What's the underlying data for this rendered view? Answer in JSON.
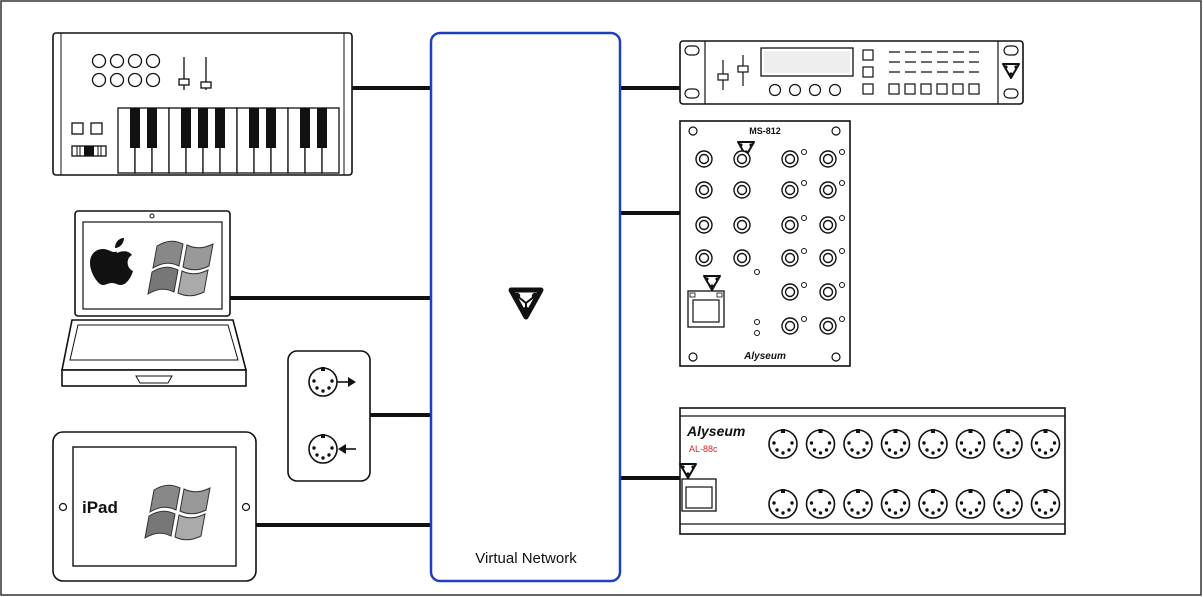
{
  "network": {
    "label": "Virtual Network",
    "icon": "network-hub-icon",
    "border_color": "#1f3fbf"
  },
  "devices": {
    "keyboard": {
      "icon": "midi-keyboard-icon"
    },
    "laptop": {
      "icon": "laptop-icon",
      "os_logos": [
        "apple-logo-icon",
        "windows-logo-icon"
      ]
    },
    "midi_interface": {
      "icon": "midi-in-out-icon"
    },
    "ipad": {
      "label": "iPad",
      "icon": "tablet-icon",
      "os_logo": "windows-logo-icon"
    },
    "rack_unit": {
      "icon": "rack-synth-icon"
    },
    "ms812": {
      "title": "MS-812",
      "brand": "Alyseum",
      "icon": "ms812-module-icon"
    },
    "al88c": {
      "brand": "Alyseum",
      "model": "AL-88c",
      "model_color": "#e02020",
      "icon": "al88c-interface-icon"
    }
  }
}
